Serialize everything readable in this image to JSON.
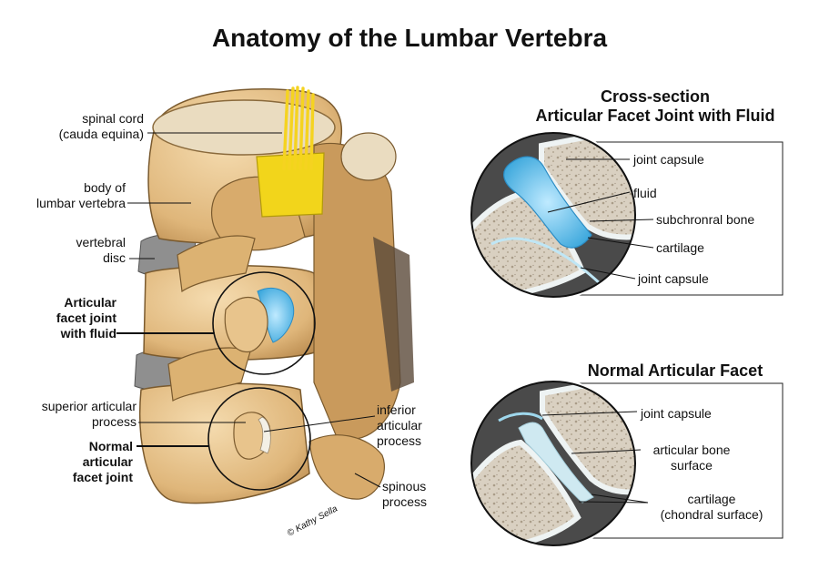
{
  "title": "Anatomy of the Lumbar Vertebra",
  "labels": {
    "spinal_cord": "spinal cord\n(cauda equina)",
    "body": "body of\nlumbar vertebra",
    "disc": "vertebral\ndisc",
    "facet_fluid": "Articular\nfacet joint\nwith fluid",
    "superior": "superior articular\nprocess",
    "normal_joint": "Normal\narticular\nfacet joint",
    "inferior": "inferior\narticular\nprocess",
    "spinous": "spinous\nprocess"
  },
  "cross_section": {
    "heading": "Cross-section\nArticular Facet Joint with Fluid",
    "labels": {
      "capsule_top": "joint capsule",
      "fluid": "fluid",
      "subchondral": "subchronral bone",
      "cartilage": "cartilage",
      "capsule_bottom": "joint capsule"
    }
  },
  "normal_facet": {
    "heading": "Normal Articular Facet",
    "labels": {
      "capsule": "joint capsule",
      "bone_surface": "articular bone\nsurface",
      "cartilage": "cartilage\n(chondral surface)"
    }
  },
  "signature": "© Kathy Sella",
  "colors": {
    "bone": "#e8c48c",
    "bone_dark": "#b98a4e",
    "disc": "#8f8f8f",
    "fluid": "#5fc3ea",
    "cord": "#f2d51b",
    "panel_bg": "#4a4a4a",
    "spongy": "#d8cfbf"
  }
}
